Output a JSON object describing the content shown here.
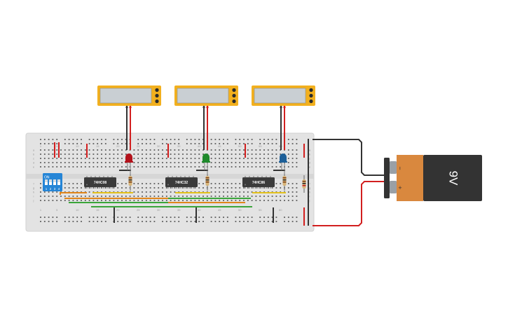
{
  "circuit": {
    "meters": [
      {
        "id": "meter-1",
        "display": ""
      },
      {
        "id": "meter-2",
        "display": ""
      },
      {
        "id": "meter-3",
        "display": ""
      }
    ],
    "chips": [
      {
        "id": "chip-1",
        "label": "74HC08"
      },
      {
        "id": "chip-2",
        "label": "74HC32"
      },
      {
        "id": "chip-3",
        "label": "74HC86"
      }
    ],
    "dip_switch": {
      "on_label": "ON",
      "numbers": [
        "1",
        "2",
        "3",
        "4"
      ]
    },
    "battery": {
      "label": "9V",
      "minus": "−",
      "plus": "+"
    },
    "column_numbers": [
      "1",
      "5",
      "10",
      "15",
      "20",
      "25",
      "30",
      "35",
      "40",
      "45",
      "50",
      "55",
      "60"
    ],
    "row_letters": [
      "a",
      "b",
      "c",
      "d",
      "e",
      "f",
      "g",
      "h",
      "i",
      "j"
    ],
    "leds": [
      {
        "id": "led-red",
        "color": "#b3121b"
      },
      {
        "id": "led-green",
        "color": "#1f8a2c"
      },
      {
        "id": "led-blue",
        "color": "#1d5f98"
      }
    ],
    "colors": {
      "board": "#e3e3e3",
      "meter_frame": "#f2b01e",
      "meter_screen": "#c9cfd3",
      "wire_red": "#d21f1f",
      "wire_black": "#333333",
      "wire_orange": "#e0861a",
      "wire_yellow": "#e4c21c",
      "wire_green": "#3aa53a",
      "dip_blue": "#2585d6",
      "battery_orange": "#d9883e",
      "battery_dark": "#333333"
    }
  }
}
